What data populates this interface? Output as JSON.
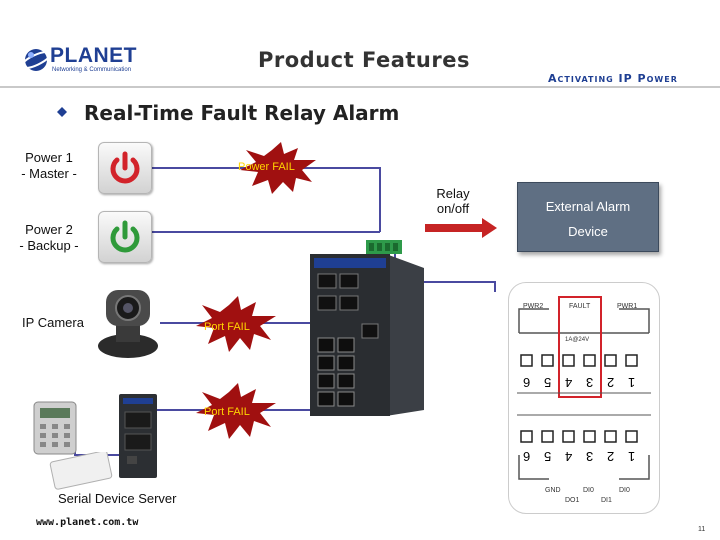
{
  "header": {
    "logo_text": "PLANET",
    "logo_sub": "Networking & Communication",
    "title": "Product Features",
    "tagline": "Activating IP Power"
  },
  "subtitle": "Real-Time Fault Relay Alarm",
  "sources": {
    "power1": [
      "Power 1",
      "- Master -"
    ],
    "power2": [
      "Power 2",
      "- Backup -"
    ],
    "camera": "IP Camera",
    "serial": "Serial Device Server"
  },
  "alerts": {
    "power_fail": "Power FAIL",
    "port_fail_1": "Port FAIL",
    "port_fail_2": "Port FAIL"
  },
  "relay": [
    "Relay",
    "on/off"
  ],
  "external_alarm": [
    "External Alarm",
    "Device"
  ],
  "terminal": {
    "top_labels": [
      "PWR2",
      "FAULT",
      "PWR1"
    ],
    "rating": "1A@24V",
    "numbers": [
      "6",
      "5",
      "4",
      "3",
      "2",
      "1"
    ],
    "bottom_labels": [
      "GND",
      "DI0",
      "DI0"
    ],
    "bottom_labels_2": [
      "DO1",
      "DI1"
    ]
  },
  "colors": {
    "brand": "#1f3f93",
    "wire": "#4a4aa0",
    "power_red": "#d2232a",
    "power_green": "#2f9a3a",
    "alarm_box": "#5f6f83",
    "burst": "#a01010"
  },
  "footer": {
    "url": "www.planet.com.tw",
    "page": "11"
  }
}
